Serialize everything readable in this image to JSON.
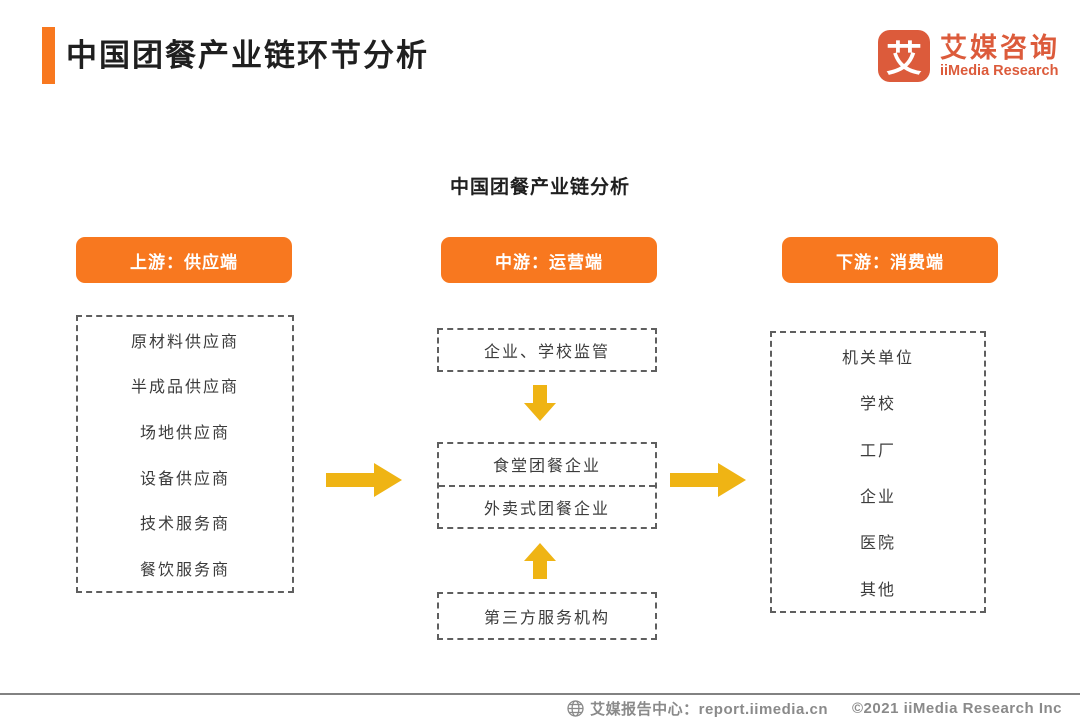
{
  "page": {
    "title": "中国团餐产业链环节分析"
  },
  "logo": {
    "glyph": "艾",
    "name_cn": "艾媒咨询",
    "name_en": "iiMedia Research"
  },
  "diagram": {
    "title": "中国团餐产业链分析",
    "upstream": {
      "header": "上游：供应端",
      "items": [
        "原材料供应商",
        "半成品供应商",
        "场地供应商",
        "设备供应商",
        "技术服务商",
        "餐饮服务商"
      ]
    },
    "midstream": {
      "header": "中游：运营端",
      "regulator": "企业、学校监管",
      "operators": [
        "食堂团餐企业",
        "外卖式团餐企业"
      ],
      "third_party": "第三方服务机构"
    },
    "downstream": {
      "header": "下游：消费端",
      "items": [
        "机关单位",
        "学校",
        "工厂",
        "企业",
        "医院",
        "其他"
      ]
    }
  },
  "footer": {
    "report_center": "艾媒报告中心：report.iimedia.cn",
    "copyright": "©2021  iiMedia Research  Inc"
  },
  "colors": {
    "accent_orange": "#F8781F",
    "logo_orange": "#DC5B3B",
    "arrow_gold": "#EFB414",
    "dashed_border_gray": "#5F5F5F",
    "footer_gray": "#8A8A8A"
  }
}
